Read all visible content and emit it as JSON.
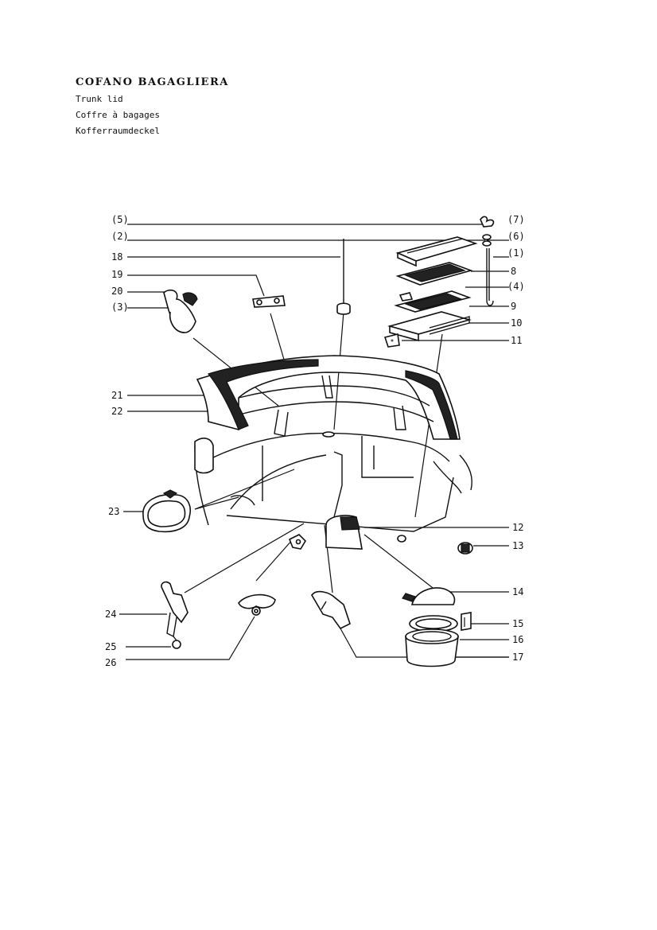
{
  "header": {
    "title": "COFANO BAGAGLIERA",
    "subtitle_en": "Trunk lid",
    "subtitle_fr": "Coffre à bagages",
    "subtitle_de": "Kofferraumdeckel"
  },
  "callouts": [
    "(5)",
    "(2)",
    "18",
    "19",
    "20",
    "(3)",
    "21",
    "22",
    "23",
    "24",
    "25",
    "26",
    "(7)",
    "(6)",
    "(1)",
    "8",
    "(4)",
    "9",
    "10",
    "11",
    "12",
    "13",
    "14",
    "15",
    "16",
    "17"
  ],
  "colors": {
    "ink": "#111111",
    "paper": "#ffffff",
    "shade": "#222222"
  }
}
